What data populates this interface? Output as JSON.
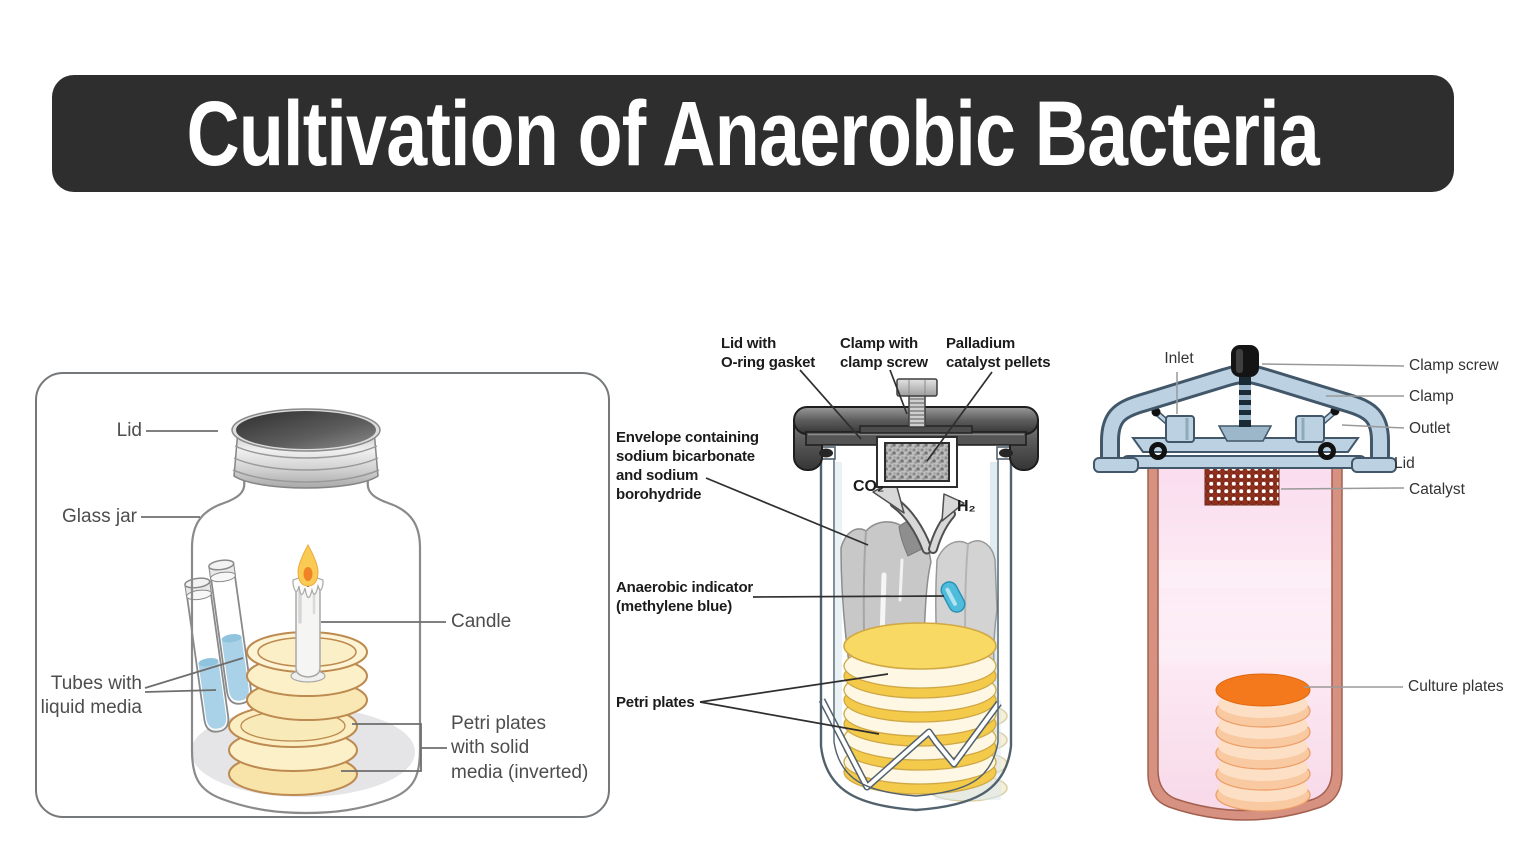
{
  "title": {
    "text": "Cultivation of Anaerobic Bacteria"
  },
  "panels": {
    "candle_jar": {
      "labels": {
        "lid": "Lid",
        "glass_jar": "Glass jar",
        "tubes": "Tubes with\nliquid media",
        "candle": "Candle",
        "petri_plates": "Petri plates\nwith solid\nmedia (inverted)"
      }
    },
    "gaspak_jar": {
      "labels": {
        "lid_oring": "Lid with\nO-ring gasket",
        "clamp": "Clamp with\nclamp screw",
        "palladium": "Palladium\ncatalyst pellets",
        "envelope": "Envelope containing\nsodium bicarbonate\nand sodium\nborohydride",
        "indicator": "Anaerobic indicator\n(methylene blue)",
        "petri_plates": "Petri plates",
        "co2": "CO₂",
        "h2": "H₂"
      }
    },
    "mcintosh_jar": {
      "labels": {
        "inlet": "Inlet",
        "clamp_screw": "Clamp screw",
        "clamp": "Clamp",
        "outlet": "Outlet",
        "lid": "Lid",
        "catalyst": "Catalyst",
        "culture_plates": "Culture plates"
      }
    }
  },
  "colors": {
    "title_bg": "#2e2e2e",
    "title_text": "#ffffff",
    "media_blue": "#a9d2e8",
    "petri_yellow": "#f8d964",
    "petri_cream": "#fdf7e3",
    "indicator_blue": "#4fbcdc",
    "envelope_gray": "#c8c8c8",
    "clamp_dark": "#4a4a4a",
    "jar_pink": "#fbe2ef",
    "jar_wall_salmon": "#d69181",
    "clamp_blue": "#bcd1e1",
    "plate_orange": "#f4791d",
    "plate_peach": "#f9c9a1",
    "catalyst_red": "#8f2f1d"
  }
}
